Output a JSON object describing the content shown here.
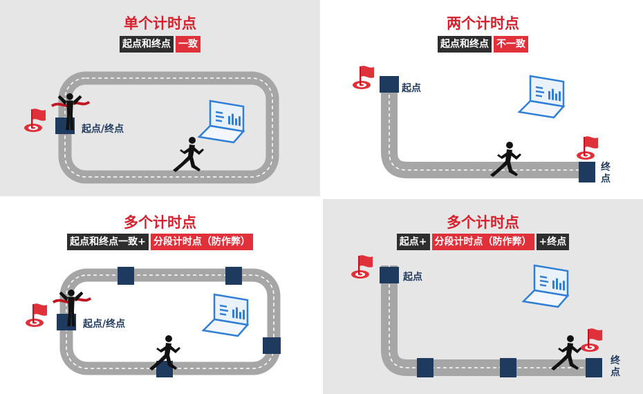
{
  "colors": {
    "accent_red": "#d8202d",
    "tag_red": "#e0303a",
    "tag_dark": "#2e2e2e",
    "track_gray": "#a6a6a6",
    "timing_mat_navy": "#1f3a5f",
    "laptop_blue": "#2f7fd6"
  },
  "icons": [
    "flag-icon",
    "runner-icon",
    "laptop-icon",
    "finish-line-runner-icon",
    "timing-mat-icon"
  ],
  "panels": [
    {
      "title": "单个计时点",
      "tags": [
        {
          "text": "起点和终点",
          "style": "dark"
        },
        {
          "text": "一致",
          "style": "red"
        }
      ],
      "labels": [
        "起点/终点"
      ]
    },
    {
      "title": "两个计时点",
      "tags": [
        {
          "text": "起点和终点",
          "style": "dark"
        },
        {
          "text": "不一致",
          "style": "red"
        }
      ],
      "labels": [
        "起点",
        "终点"
      ]
    },
    {
      "title": "多个计时点",
      "tags": [
        {
          "text": "起点和终点一致+",
          "style": "dark"
        },
        {
          "text": "分段计时点（防作弊）",
          "style": "red"
        }
      ],
      "labels": [
        "起点/终点"
      ]
    },
    {
      "title": "多个计时点",
      "tags": [
        {
          "text": "起点+",
          "style": "dark"
        },
        {
          "text": "分段计时点（防作弊）",
          "style": "red"
        },
        {
          "text": "+终点",
          "style": "dark"
        }
      ],
      "labels": [
        "起点",
        "终点"
      ]
    }
  ]
}
